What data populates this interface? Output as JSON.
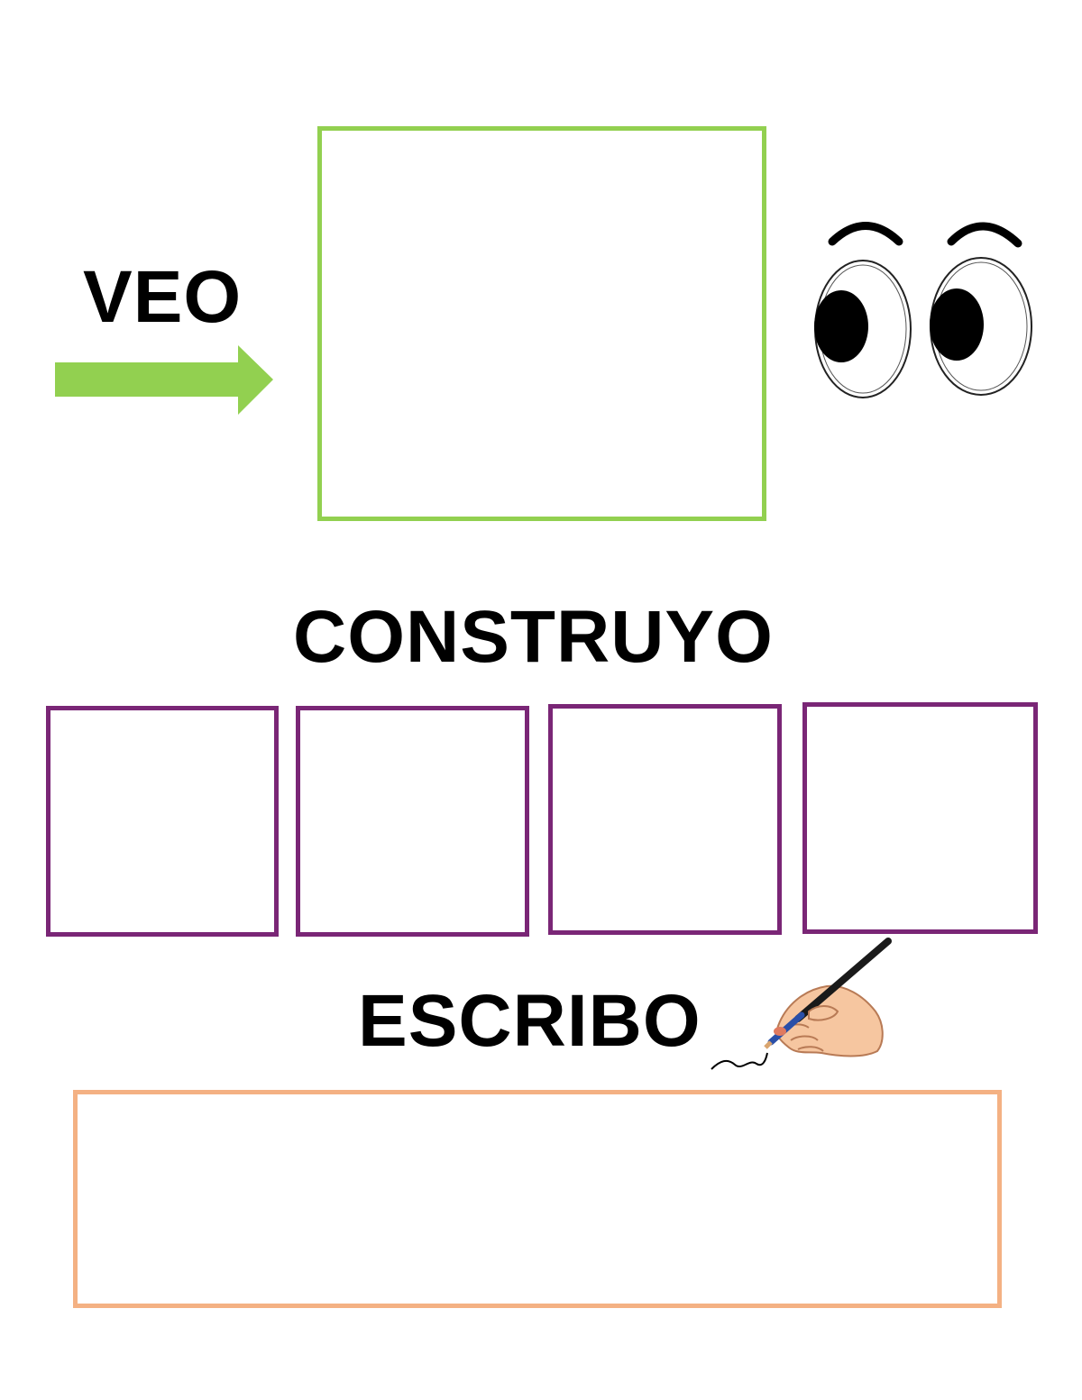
{
  "worksheet": {
    "labels": {
      "see": "VEO",
      "build": "CONSTRUYO",
      "write": "ESCRIBO"
    },
    "letter_box_count": 4,
    "colors": {
      "arrow": "#92d050",
      "picture_box_border": "#92d050",
      "letter_box_border": "#7a2676",
      "writing_box_border": "#f4b183",
      "text": "#000000"
    },
    "icons": [
      "right-arrow-icon",
      "eyes-icon",
      "hand-writing-icon"
    ]
  }
}
